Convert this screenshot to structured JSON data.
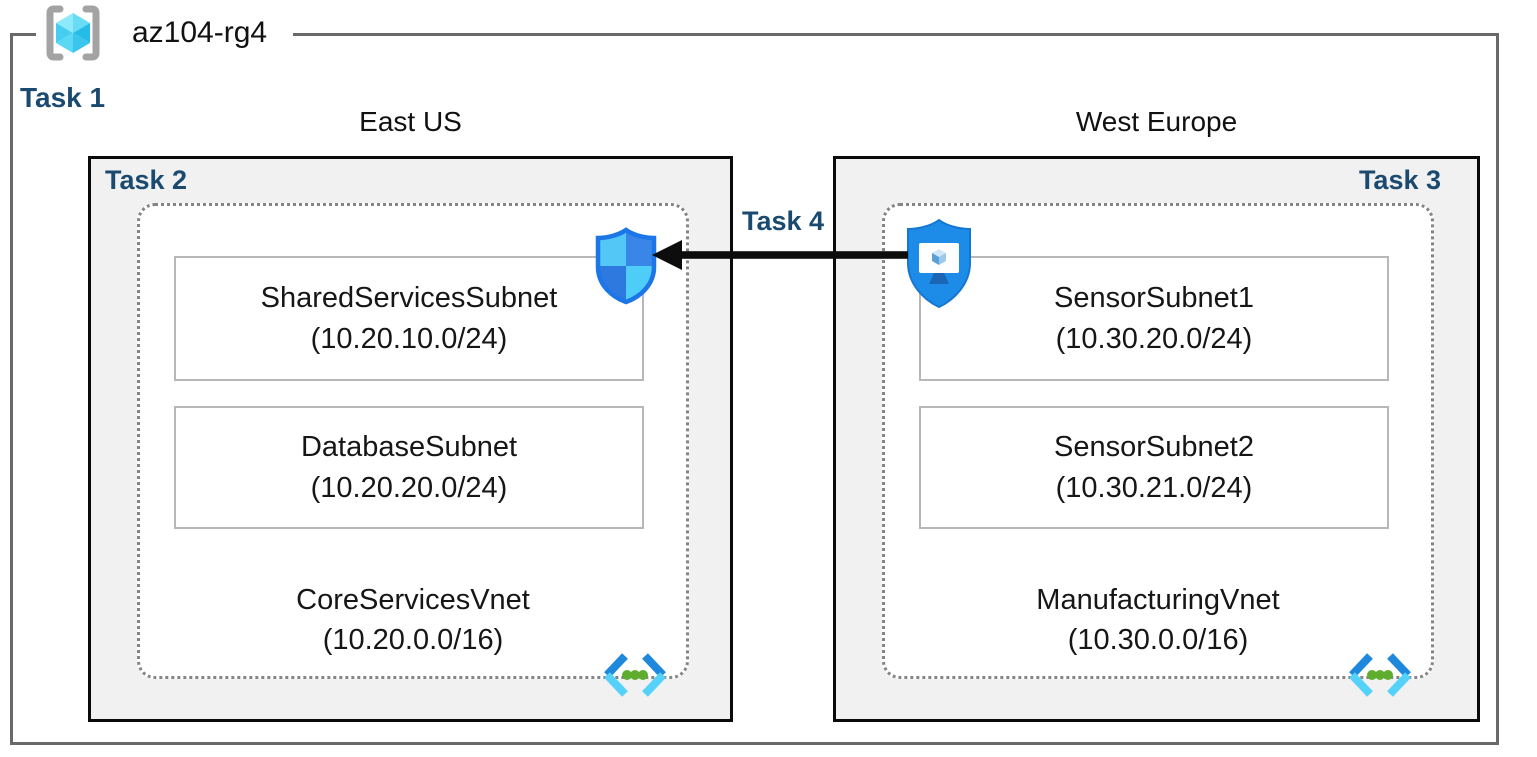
{
  "diagram": {
    "resource_group": "az104-rg4",
    "task_labels": {
      "task1": "Task 1",
      "task2": "Task 2",
      "task3": "Task 3",
      "task4": "Task 4"
    },
    "regions": [
      {
        "name": "East US",
        "vnet": {
          "name": "CoreServicesVnet",
          "cidr": "(10.20.0.0/16)"
        },
        "subnets": [
          {
            "name": "SharedServicesSubnet",
            "cidr": "(10.20.10.0/24)"
          },
          {
            "name": "DatabaseSubnet",
            "cidr": "(10.20.20.0/24)"
          }
        ],
        "icon": "network-security-shield-icon"
      },
      {
        "name": "West Europe",
        "vnet": {
          "name": "ManufacturingVnet",
          "cidr": "(10.30.0.0/16)"
        },
        "subnets": [
          {
            "name": "SensorSubnet1",
            "cidr": "(10.30.20.0/24)"
          },
          {
            "name": "SensorSubnet2",
            "cidr": "(10.30.21.0/24)"
          }
        ],
        "icon": "shielded-monitor-icon"
      }
    ],
    "connection": {
      "label": "Task 4",
      "from": "West Europe",
      "to": "East US",
      "style": "black-arrow-left"
    },
    "icons": {
      "resource_group": "resource-group-icon",
      "virtual_network": "virtual-network-icon"
    },
    "colors": {
      "task_label": "#1b4a70",
      "region_fill": "#f1f1f1",
      "region_border": "#0a0a0a",
      "outer_border": "#696969",
      "subnet_border": "#b7b7b7",
      "dotted_border": "#858585",
      "arrow": "#0d0d0d",
      "shield_light": "#53c7f6",
      "shield_blue": "#3a86e8",
      "monitor_shield_fill": "#1d8ce9",
      "vnet_chevron_dark": "#1e88dd",
      "vnet_chevron_light": "#55d2f9",
      "vnet_dot_green": "#5fad2e",
      "cube_cyan": "#4fd4f2"
    }
  }
}
